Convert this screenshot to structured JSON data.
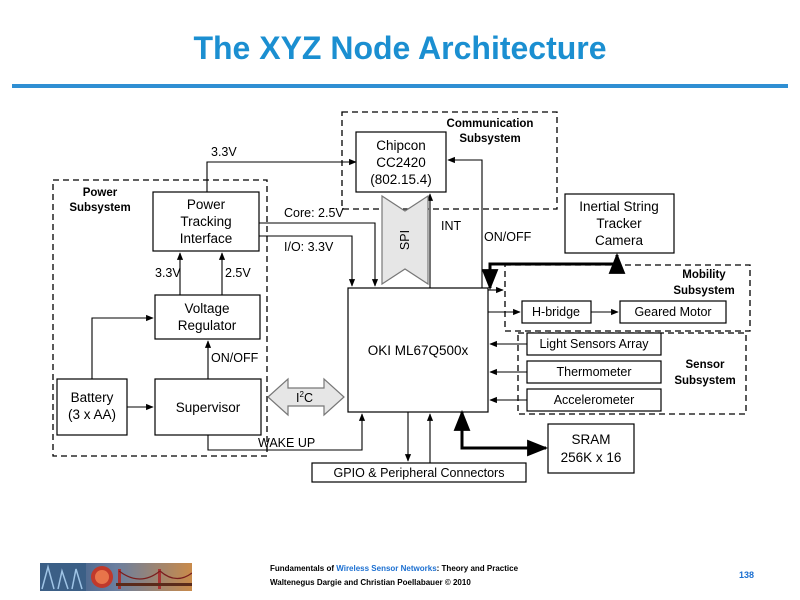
{
  "slide": {
    "title": "The XYZ Node Architecture"
  },
  "diagram": {
    "groups": {
      "communication": [
        "Communication",
        "Subsystem"
      ],
      "power": [
        "Power",
        "Subsystem"
      ],
      "mobility": [
        "Mobility",
        "Subsystem"
      ],
      "sensor": [
        "Sensor",
        "Subsystem"
      ]
    },
    "blocks": {
      "chipcon": [
        "Chipcon",
        "CC2420",
        "(802.15.4)"
      ],
      "power_tracking": [
        "Power",
        "Tracking",
        "Interface"
      ],
      "camera": [
        "Inertial String",
        "Tracker",
        "Camera"
      ],
      "voltage_regulator": [
        "Voltage",
        "Regulator"
      ],
      "mcu": "OKI ML67Q500x",
      "battery": [
        "Battery",
        "(3 x AA)"
      ],
      "supervisor": "Supervisor",
      "hbridge": "H-bridge",
      "geared_motor": "Geared Motor",
      "light_sensors": "Light Sensors Array",
      "thermometer": "Thermometer",
      "accelerometer": "Accelerometer",
      "sram": [
        "SRAM",
        "256K x 16"
      ],
      "gpio": "GPIO & Peripheral Connectors"
    },
    "labels": {
      "v33_top": "3.3V",
      "core": "Core: 2.5V",
      "io": "I/O: 3.3V",
      "spi": "SPI",
      "int": "INT",
      "on_off_comm": "ON/OFF",
      "v33_left": "3.3V",
      "v25": "2.5V",
      "on_off_supervisor": "ON/OFF",
      "i2c_main": "I",
      "i2c_sup": "2",
      "i2c_end": "C",
      "wake_up": "WAKE UP"
    }
  },
  "footer": {
    "line1_prefix": "Fundamentals of ",
    "line1_highlight": "Wireless Sensor Networks",
    "line1_suffix": ": Theory and Practice",
    "line2": "Waltenegus Dargie and Christian Poellabauer © 2010",
    "page_number": "138"
  },
  "colors": {
    "title": "#1b8fd1",
    "rule": "#2f8fd3",
    "link": "#1b6fd1"
  }
}
